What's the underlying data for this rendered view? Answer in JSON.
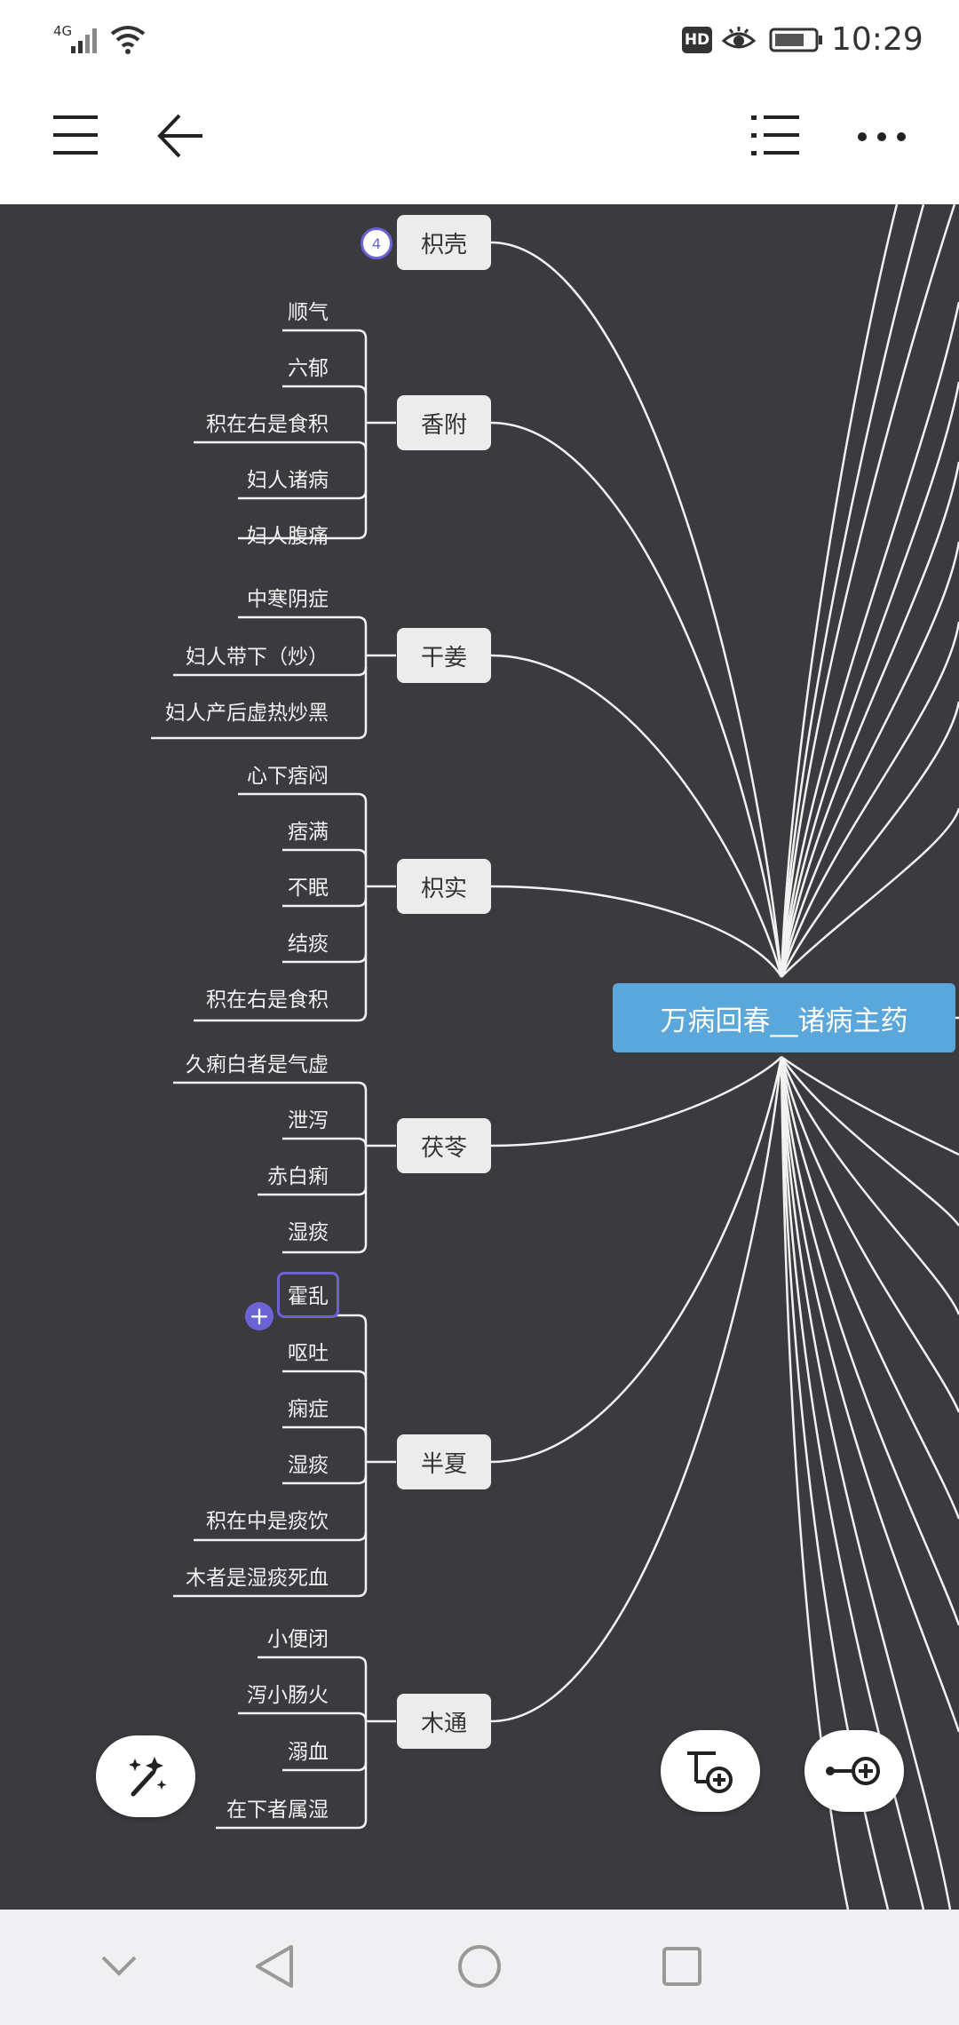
{
  "status": {
    "network": "4G",
    "hd_label": "HD",
    "time": "10:29"
  },
  "toolbar": {
    "menu_icon": "hamburger-menu-icon",
    "back_icon": "back-arrow-icon",
    "outline_icon": "outline-list-icon",
    "more_icon": "more-dots-icon"
  },
  "mindmap": {
    "root": "万病回春__诸病主药",
    "branches": [
      {
        "label": "枳壳",
        "badge": "4",
        "children": []
      },
      {
        "label": "香附",
        "children": [
          "顺气",
          "六郁",
          "积在右是食积",
          "妇人诸病",
          "妇人腹痛"
        ]
      },
      {
        "label": "干姜",
        "children": [
          "中寒阴症",
          "妇人带下（炒）",
          "妇人产后虚热炒黑"
        ]
      },
      {
        "label": "枳实",
        "children": [
          "心下痞闷",
          "痞满",
          "不眠",
          "结痰",
          "积在右是食积"
        ]
      },
      {
        "label": "茯苓",
        "children": [
          "久痢白者是气虚",
          "泄泻",
          "赤白痢",
          "湿痰"
        ]
      },
      {
        "label": "半夏",
        "children": [
          "霍乱",
          "呕吐",
          "痫症",
          "湿痰",
          "积在中是痰饮",
          "木者是湿痰死血"
        ]
      },
      {
        "label": "木通",
        "children": [
          "小便闭",
          "泻小肠火",
          "溺血",
          "在下者属湿"
        ]
      }
    ]
  },
  "colors": {
    "canvas_bg": "#3a3a3f",
    "root_bg": "#5aa7db",
    "branch_bg": "#ececec",
    "line": "#f2f2f2",
    "selection": "#6a63d6"
  },
  "fabs": {
    "left_icon": "magic-wand-icon",
    "add_child_icon": "add-subtopic-icon",
    "add_sibling_icon": "add-topic-icon"
  },
  "navbar": {
    "hide_icon": "chevron-down-icon",
    "back_icon": "triangle-back-icon",
    "home_icon": "circle-home-icon",
    "recent_icon": "square-recent-icon"
  }
}
